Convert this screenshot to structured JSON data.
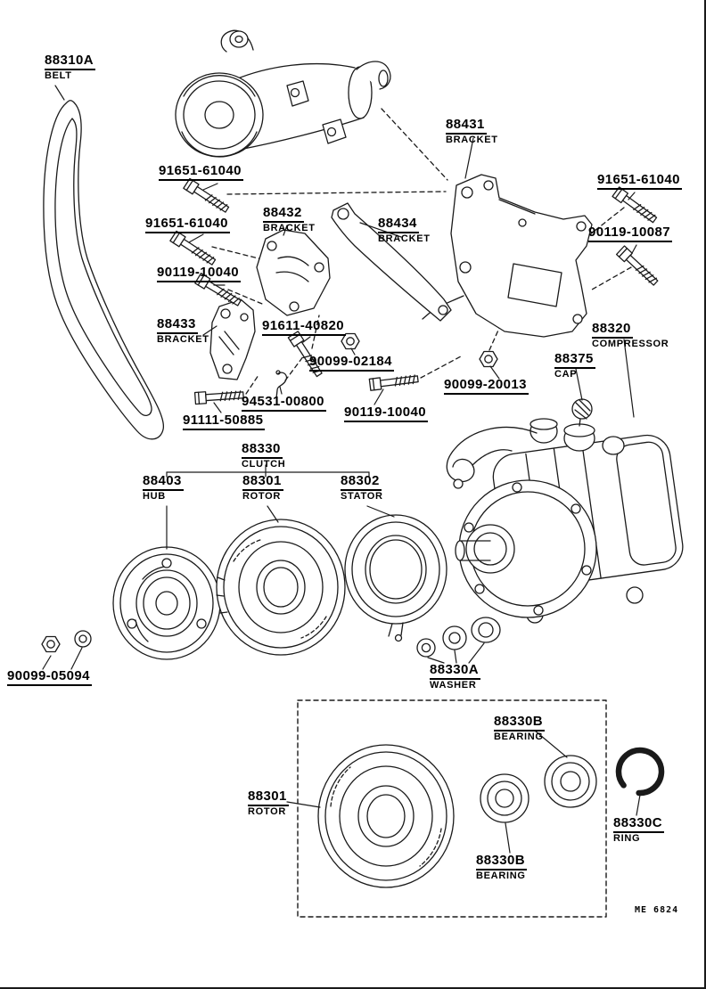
{
  "page": {
    "footer_code": "ME 6824"
  },
  "labels": [
    {
      "part": "88310A",
      "caption": "BELT"
    },
    {
      "part": "91651-61040",
      "caption": ""
    },
    {
      "part": "88431",
      "caption": "BRACKET"
    },
    {
      "part": "91651-61040",
      "caption": ""
    },
    {
      "part": "88432",
      "caption": "BRACKET"
    },
    {
      "part": "88434",
      "caption": "BRACKET"
    },
    {
      "part": "91651-61040",
      "caption": ""
    },
    {
      "part": "90119-10087",
      "caption": ""
    },
    {
      "part": "90119-10040",
      "caption": ""
    },
    {
      "part": "88433",
      "caption": "BRACKET"
    },
    {
      "part": "91611-40820",
      "caption": ""
    },
    {
      "part": "90099-02184",
      "caption": ""
    },
    {
      "part": "88320",
      "caption": "COMPRESSOR"
    },
    {
      "part": "88375",
      "caption": "CAP"
    },
    {
      "part": "90099-20013",
      "caption": ""
    },
    {
      "part": "94531-00800",
      "caption": ""
    },
    {
      "part": "91111-50885",
      "caption": ""
    },
    {
      "part": "90119-10040",
      "caption": ""
    },
    {
      "part": "88330",
      "caption": "CLUTCH"
    },
    {
      "part": "88403",
      "caption": "HUB"
    },
    {
      "part": "88301",
      "caption": "ROTOR"
    },
    {
      "part": "88302",
      "caption": "STATOR"
    },
    {
      "part": "90099-05094",
      "caption": ""
    },
    {
      "part": "88330A",
      "caption": "WASHER"
    },
    {
      "part": "88330B",
      "caption": "BEARING"
    },
    {
      "part": "88301",
      "caption": "ROTOR"
    },
    {
      "part": "88330B",
      "caption": "BEARING"
    },
    {
      "part": "88330C",
      "caption": "RING"
    }
  ]
}
